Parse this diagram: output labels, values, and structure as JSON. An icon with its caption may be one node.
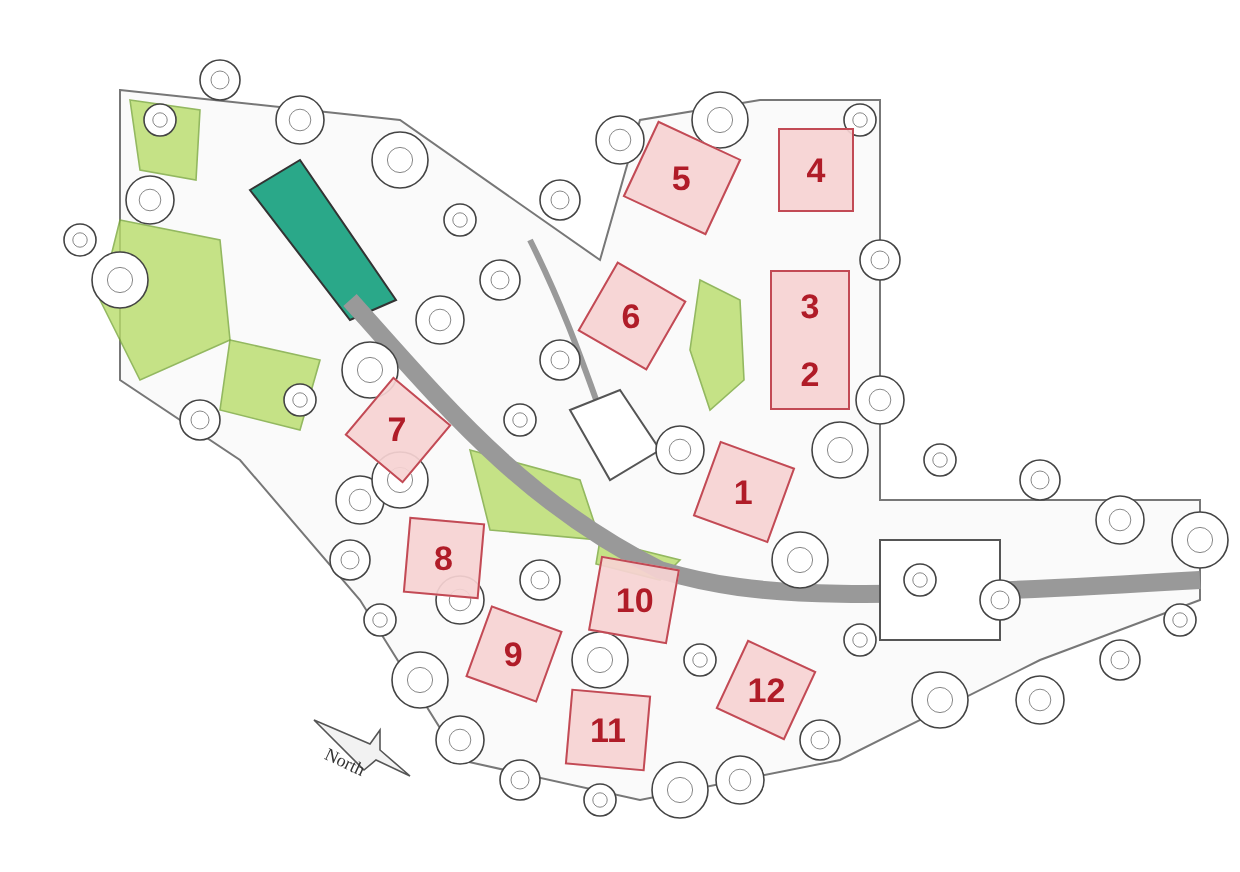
{
  "diagram": {
    "nodes": [
      {
        "text": [
          "5"
        ]
      },
      {
        "text": [
          "4"
        ]
      },
      {
        "text": [
          "3",
          "2"
        ]
      },
      {
        "text": [
          "6"
        ]
      },
      {
        "text": [
          "7"
        ]
      },
      {
        "text": [
          "1"
        ]
      },
      {
        "text": [
          "8"
        ]
      },
      {
        "text": [
          "10"
        ]
      },
      {
        "text": [
          "9"
        ]
      },
      {
        "text": [
          "12"
        ]
      },
      {
        "text": [
          "11"
        ]
      }
    ],
    "labels": [
      "North"
    ]
  }
}
